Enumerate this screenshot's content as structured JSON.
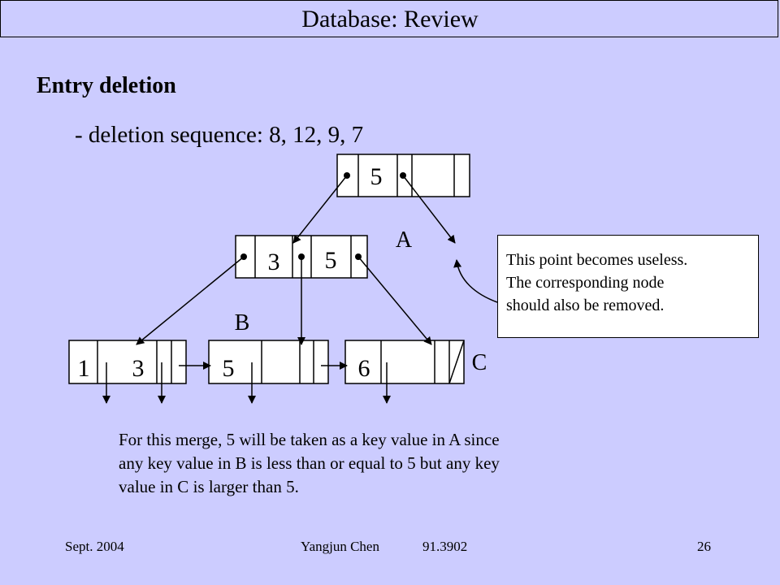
{
  "slide": {
    "title": "Database: Review",
    "heading": "Entry deletion",
    "sequence": "- deletion sequence:  8, 12, 9, 7"
  },
  "tree": {
    "root_key": "5",
    "internal_keys": [
      "3",
      "5"
    ],
    "leaf1_keys": [
      "1",
      "3"
    ],
    "leaf2_key": "5",
    "leaf3_key": "6",
    "label_a": "A",
    "label_b": "B",
    "label_c": "C"
  },
  "callout": {
    "lines": [
      "This point becomes useless.",
      "The corresponding node",
      "should also be removed."
    ]
  },
  "note": {
    "lines": [
      "For this merge, 5 will be taken as a key value in A since",
      "any key value in B is less than or equal to 5 but any key",
      "value in C is larger than 5."
    ]
  },
  "footer": {
    "date": "Sept. 2004",
    "author": "Yangjun Chen",
    "course": "91.3902",
    "page": "26"
  }
}
